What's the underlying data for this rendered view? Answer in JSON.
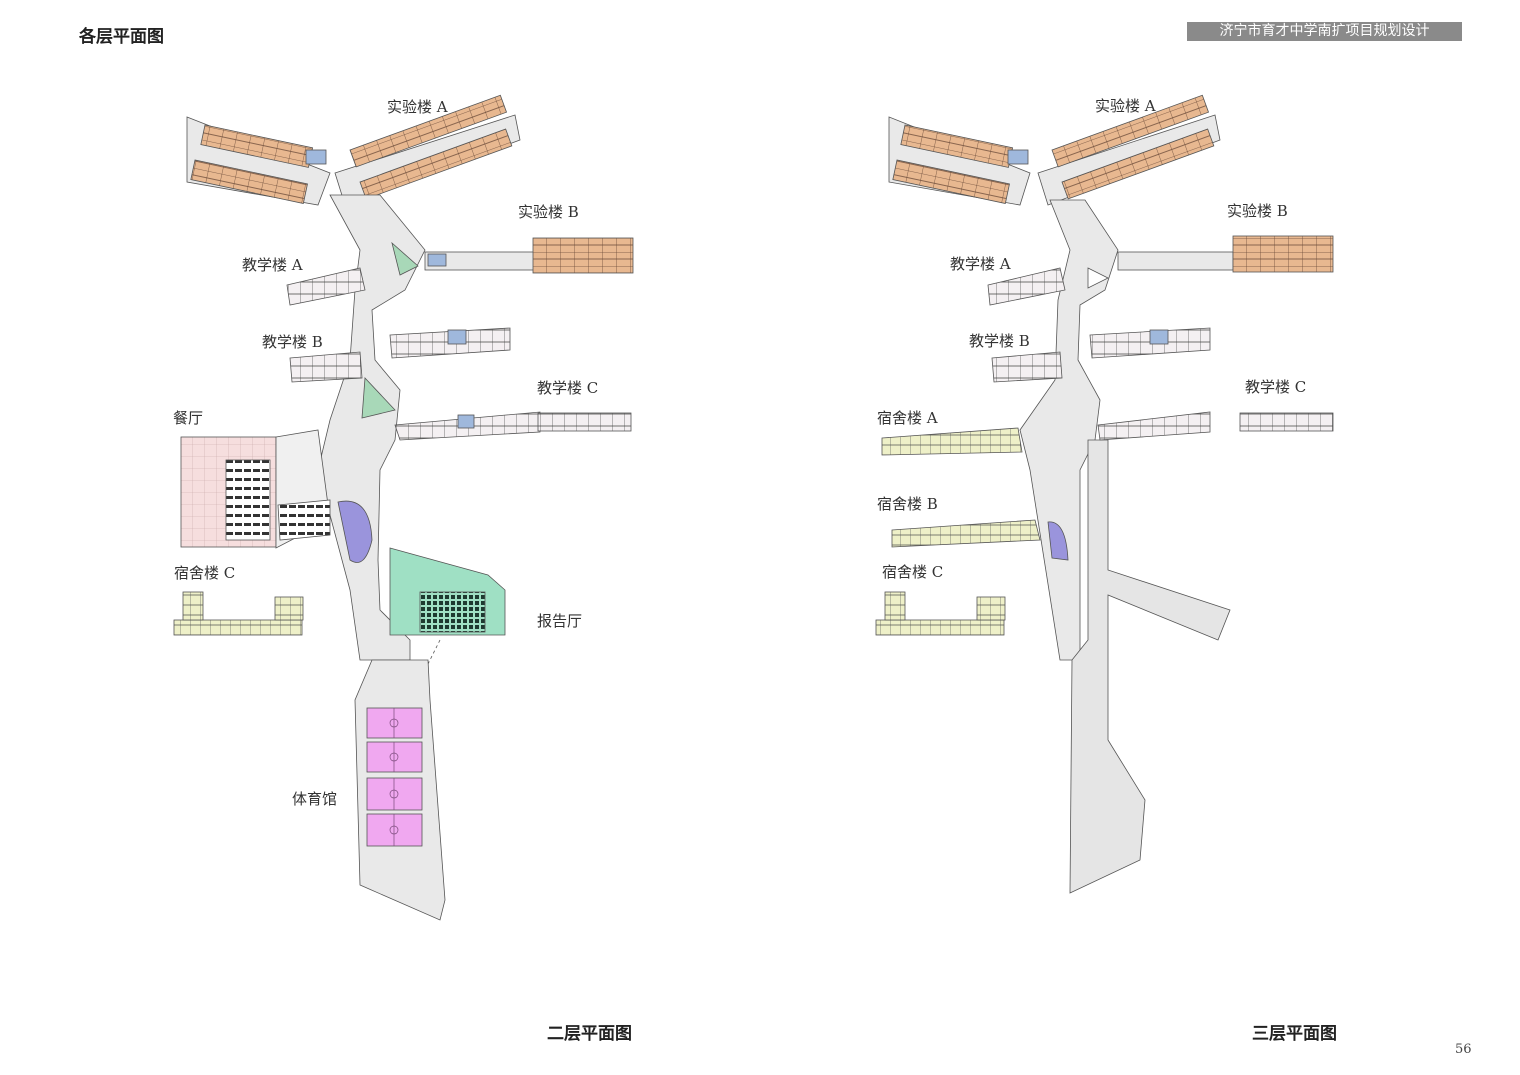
{
  "header": {
    "page_title": "各层平面图",
    "project_title": "济宁市育才中学南扩项目规划设计"
  },
  "left_plan": {
    "caption": "二层平面图",
    "labels": {
      "lab_a": "实验楼 A",
      "lab_b": "实验楼 B",
      "teach_a": "教学楼 A",
      "teach_b": "教学楼 B",
      "teach_c": "教学楼 C",
      "canteen": "餐厅",
      "dorm_c": "宿舍楼 C",
      "lecture_hall": "报告厅",
      "gym": "体育馆"
    }
  },
  "right_plan": {
    "caption": "三层平面图",
    "labels": {
      "lab_a": "实验楼 A",
      "lab_b": "实验楼 B",
      "teach_a": "教学楼 A",
      "teach_b": "教学楼 B",
      "teach_c": "教学楼 C",
      "dorm_a": "宿舍楼 A",
      "dorm_b": "宿舍楼 B",
      "dorm_c": "宿舍楼 C"
    }
  },
  "footer": {
    "page_number": "56"
  },
  "colors": {
    "corridor": "#e9e9e9",
    "lab_rooms": "#e8b890",
    "classroom_blue": "#9fb8dc",
    "classroom_pink": "#e8d4dc",
    "canteen": "#f6dede",
    "lecture_hall": "#9fe0c4",
    "gym_court": "#f0a8f0",
    "purple_atrium": "#9a94dc",
    "green_atrium": "#a8d8b8",
    "dorm_yellow": "#eef0c8",
    "banner_bg": "#8a8a8a"
  }
}
